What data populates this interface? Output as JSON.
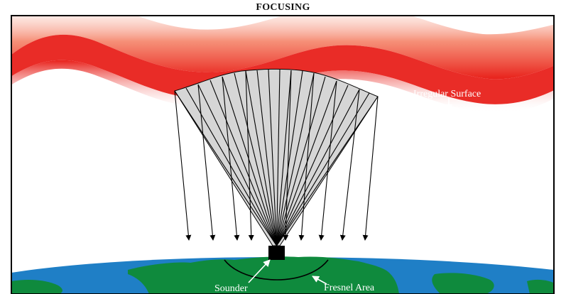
{
  "title": "FOCUSING",
  "labels": {
    "surface": "Irregular Surface",
    "sounder": "Sounder",
    "fresnel": "Fresnel Area"
  },
  "colors": {
    "surface_core": "#e8211b",
    "surface_glow": "#f7a489",
    "cone_fill": "#d6d6d6",
    "ocean": "#1f7fc6",
    "land": "#0f8a3d",
    "sounder": "#000000",
    "frame": "#000000"
  },
  "icons": {
    "pointer_surface": "down-arrow-icon",
    "pointer_sounder": "arrow-up-right-icon",
    "pointer_fresnel": "arrow-up-left-icon"
  }
}
